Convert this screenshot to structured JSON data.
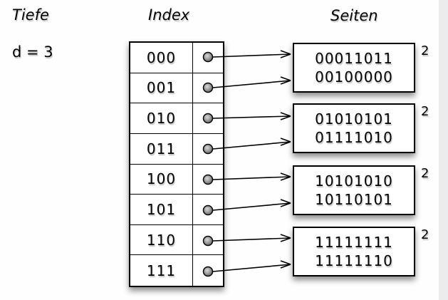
{
  "header": {
    "depth_label": "Tiefe",
    "index_label": "Index",
    "pages_label": "Seiten"
  },
  "depth": {
    "value": "d = 3"
  },
  "index": {
    "rows": [
      "000",
      "001",
      "010",
      "011",
      "100",
      "101",
      "110",
      "111"
    ]
  },
  "pages": [
    {
      "lines": [
        "00011011",
        "00100000"
      ],
      "local_depth": "2"
    },
    {
      "lines": [
        "01010101",
        "01111010"
      ],
      "local_depth": "2"
    },
    {
      "lines": [
        "10101010",
        "10110101"
      ],
      "local_depth": "2"
    },
    {
      "lines": [
        "11111111",
        "11111110"
      ],
      "local_depth": "2"
    }
  ],
  "colors": {
    "ink": "#000000",
    "background": "#fefefe",
    "edge_strip": "#ececee",
    "dot_center": "#d9d9d9",
    "dot_rim": "#636363"
  }
}
